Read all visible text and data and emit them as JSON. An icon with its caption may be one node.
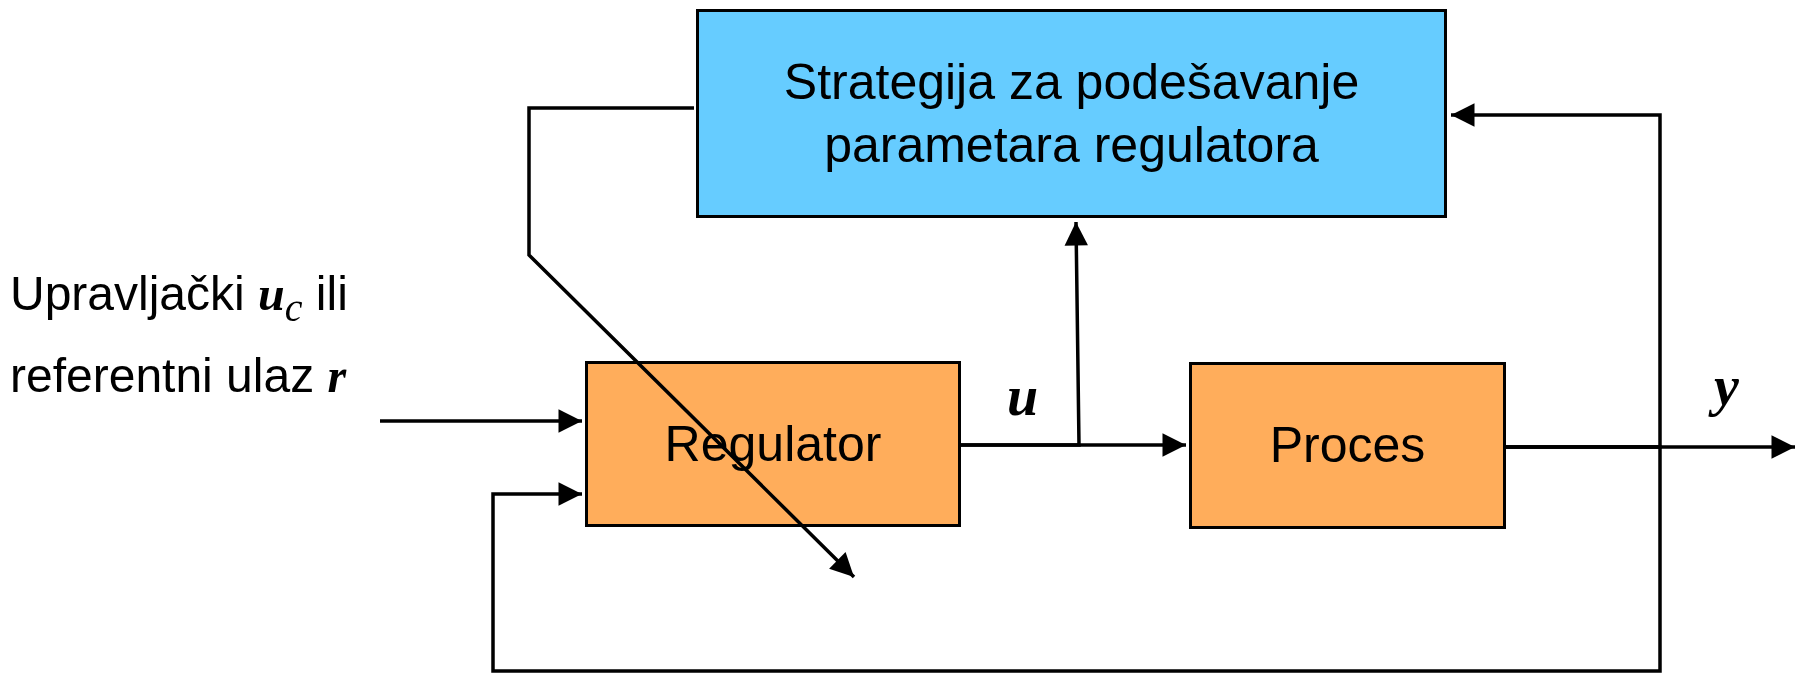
{
  "diagram": {
    "nodes": [
      {
        "text": [
          "Strategija za podešavanje parametara regulatora"
        ]
      },
      {
        "text": [
          "Upravljački **u**$_{c}$ ili referentni ulaz **r**"
        ]
      },
      {
        "text": [
          "Regulator"
        ]
      },
      {
        "text": [
          "Proces"
        ]
      }
    ],
    "edges": [
      {
        "from": 1,
        "to": 2,
        "arrow": "to"
      },
      {
        "from": 2,
        "to": 3,
        "label": "u",
        "arrow": "to"
      },
      {
        "from": 2,
        "to": 0,
        "arrow": "to"
      },
      {
        "from": 3,
        "to": null,
        "label": "y",
        "arrow": "to"
      },
      {
        "from": 3,
        "to": 0,
        "arrow": "to"
      },
      {
        "from": 3,
        "to": 2,
        "arrow": "to"
      },
      {
        "from": 0,
        "to": 2,
        "arrow": "to"
      }
    ]
  }
}
